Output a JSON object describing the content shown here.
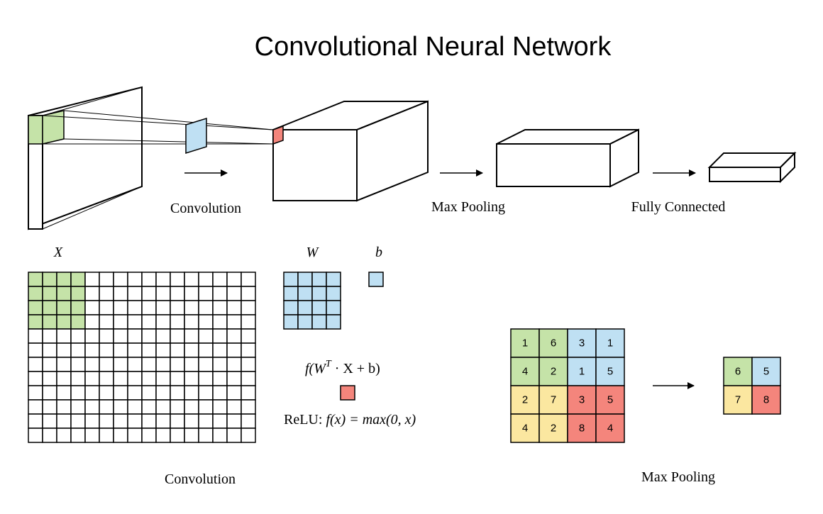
{
  "title": "Convolutional Neural Network",
  "stage_labels": {
    "convolution": "Convolution",
    "max_pooling": "Max Pooling",
    "fully_connected": "Fully Connected"
  },
  "bottom_labels": {
    "convolution": "Convolution",
    "max_pooling": "Max Pooling"
  },
  "symbols": {
    "x": "X",
    "w": "W",
    "b": "b"
  },
  "formula": {
    "f_open": "f(W",
    "sup_t": "T",
    "f_rest": " · X + b)",
    "relu_prefix": "ReLU: ",
    "relu_body": "f(x) = max(0, x)"
  },
  "colors": {
    "green": "#c5e3a8",
    "blue": "#bfe0f3",
    "red": "#f4857c",
    "yellow": "#fbe7a0"
  },
  "pool_input": [
    [
      1,
      6,
      3,
      1
    ],
    [
      4,
      2,
      1,
      5
    ],
    [
      2,
      7,
      3,
      5
    ],
    [
      4,
      2,
      8,
      4
    ]
  ],
  "pool_output": [
    [
      6,
      5
    ],
    [
      7,
      8
    ]
  ]
}
